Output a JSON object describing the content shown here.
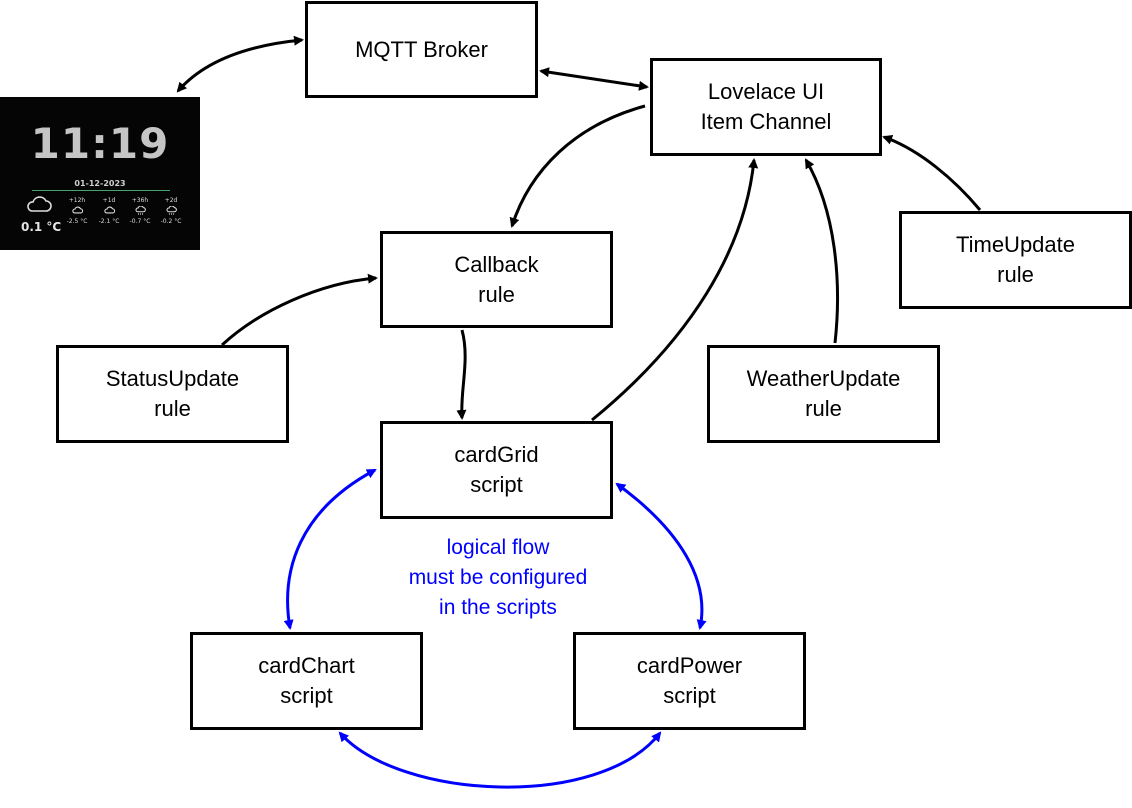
{
  "nodes": {
    "mqtt": {
      "line1": "MQTT Broker"
    },
    "lovelace": {
      "line1": "Lovelace UI",
      "line2": "Item Channel"
    },
    "callback": {
      "line1": "Callback",
      "line2": "rule"
    },
    "timeupdate": {
      "line1": "TimeUpdate",
      "line2": "rule"
    },
    "statusupdate": {
      "line1": "StatusUpdate",
      "line2": "rule"
    },
    "weatherupdate": {
      "line1": "WeatherUpdate",
      "line2": "rule"
    },
    "cardgrid": {
      "line1": "cardGrid",
      "line2": "script"
    },
    "cardchart": {
      "line1": "cardChart",
      "line2": "script"
    },
    "cardpower": {
      "line1": "cardPower",
      "line2": "script"
    }
  },
  "note": {
    "line1": "logical flow",
    "line2": "must be configured",
    "line3": "in the scripts"
  },
  "display": {
    "time": "11:19",
    "date": "01-12-2023",
    "current_temp": "0.1 °C",
    "forecast": [
      {
        "label": "+12h",
        "temp": "-2.5 °C"
      },
      {
        "label": "+1d",
        "temp": "-2.1 °C"
      },
      {
        "label": "+36h",
        "temp": "-0.7 °C"
      },
      {
        "label": "+2d",
        "temp": "-0.2 °C"
      }
    ]
  },
  "colors": {
    "black_edge": "#000000",
    "blue_edge": "#0000ff",
    "display_bg": "#050505"
  }
}
